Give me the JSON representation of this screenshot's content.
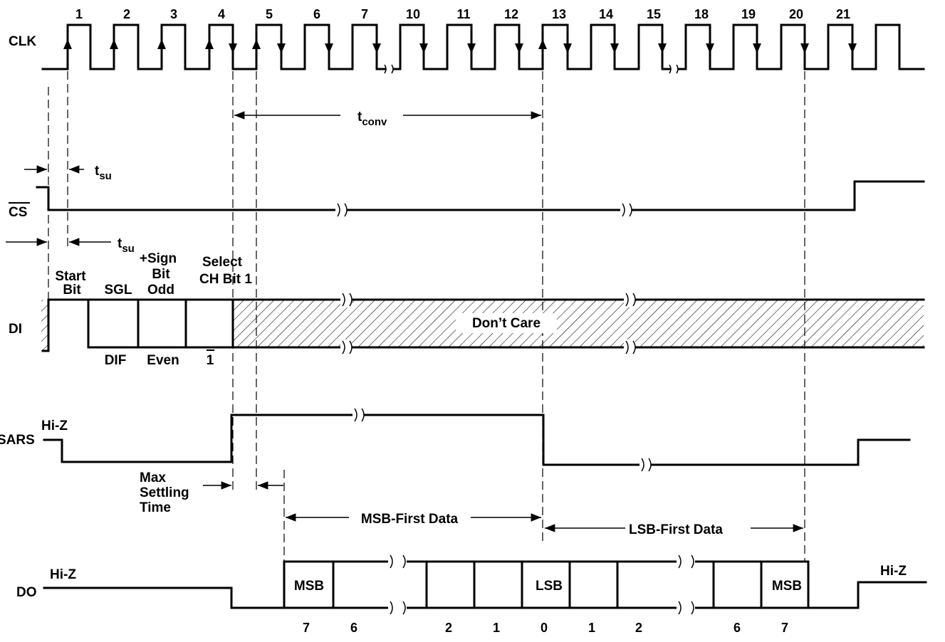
{
  "signals": {
    "clk": "CLK",
    "cs": "CS",
    "di": "DI",
    "sars": "SARS",
    "do": "DO"
  },
  "clock_numbers": [
    "1",
    "2",
    "3",
    "4",
    "5",
    "6",
    "7",
    "10",
    "11",
    "12",
    "13",
    "14",
    "15",
    "18",
    "19",
    "20",
    "21"
  ],
  "timing": {
    "t": "t",
    "conv_sub": "conv",
    "su_sub": "su"
  },
  "di_labels": {
    "start_line1": "Start",
    "start_line2": "Bit",
    "sgl": "SGL",
    "sign_line1": "+Sign",
    "sign_line2": "Bit",
    "odd": "Odd",
    "select_line1": "Select",
    "select_line2": "CH Bit 1",
    "dif": "DIF",
    "even": "Even",
    "one_bar": "1",
    "dont_care": "Don’t Care"
  },
  "states": {
    "hiz": "Hi-Z"
  },
  "settling": {
    "line1": "Max",
    "line2": "Settling",
    "line3": "Time"
  },
  "data_ranges": {
    "msb_first": "MSB-First Data",
    "lsb_first": "LSB-First Data"
  },
  "do_cells": {
    "msb": "MSB",
    "lsb": "LSB"
  },
  "do_bits": [
    "7",
    "6",
    "2",
    "1",
    "0",
    "1",
    "2",
    "6",
    "7"
  ]
}
